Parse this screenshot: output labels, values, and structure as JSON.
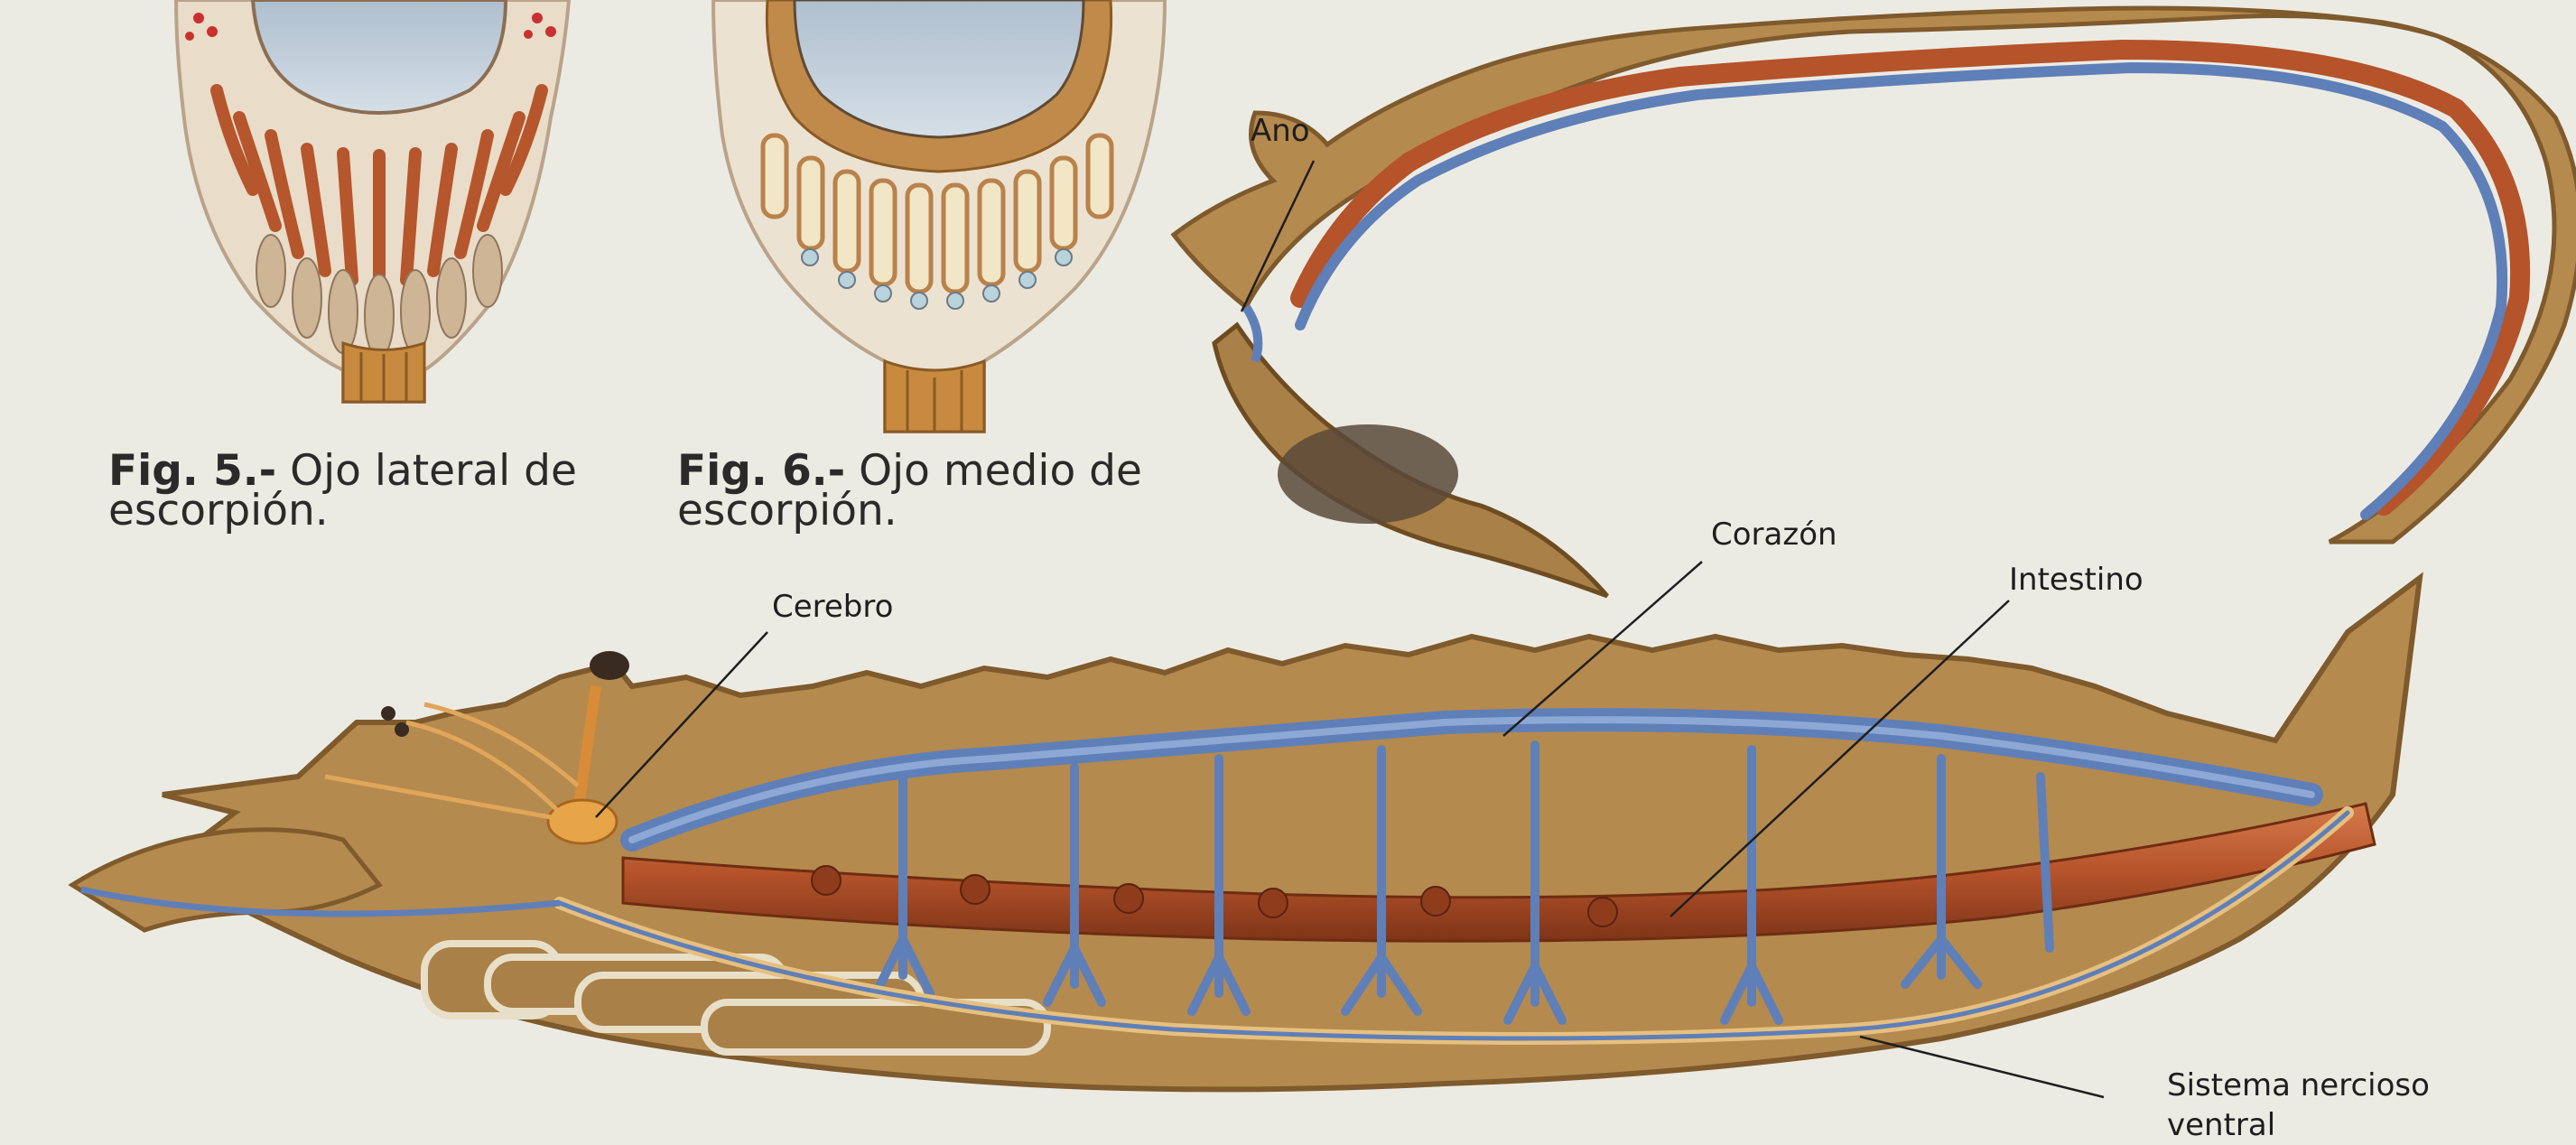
{
  "figures": [
    {
      "number": "Fig. 5.-",
      "caption_line1": "Ojo lateral de",
      "caption_line2": "escorpión."
    },
    {
      "number": "Fig. 6.-",
      "caption_line1": "Ojo medio de",
      "caption_line2": "escorpión."
    }
  ],
  "labels": {
    "ano": "Ano",
    "corazon": "Corazón",
    "intestino": "Intestino",
    "cerebro": "Cerebro",
    "sistema_line1": "Sistema nercioso",
    "sistema_line2": "ventral"
  },
  "colors": {
    "background": "#ecebe3",
    "body": "#b58a4e",
    "body_dark": "#8a6332",
    "heart": "#5f7fb8",
    "intestine": "#b5562c",
    "nerve": "#e0a65a",
    "eye_lens": "#c7d4df"
  }
}
